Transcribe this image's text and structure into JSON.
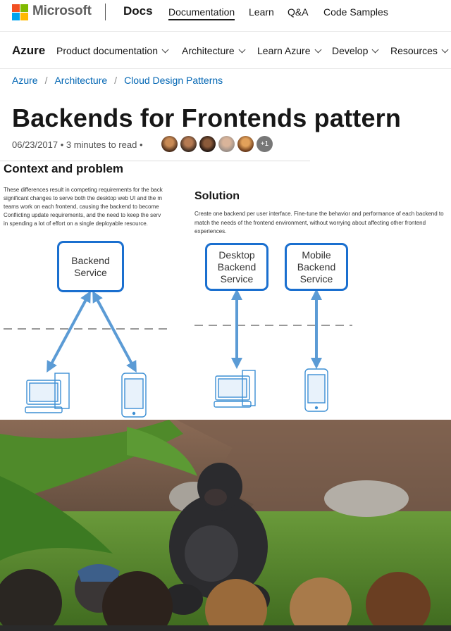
{
  "header": {
    "brand": "Microsoft",
    "product": "Docs",
    "nav": [
      "Documentation",
      "Learn",
      "Q&A",
      "Code Samples"
    ],
    "logo_colors": [
      "#f25022",
      "#7fba00",
      "#00a4ef",
      "#ffb900"
    ]
  },
  "subnav": {
    "title": "Azure",
    "items": [
      "Product documentation",
      "Architecture",
      "Learn Azure",
      "Develop",
      "Resources"
    ]
  },
  "breadcrumb": [
    "Azure",
    "Architecture",
    "Cloud Design Patterns"
  ],
  "article": {
    "title": "Backends for Frontends pattern",
    "date": "06/23/2017",
    "read_time": "3 minutes to read",
    "contributors_extra": "+1"
  },
  "context": {
    "heading": "Context and problem",
    "lines": [
      "These differences result in competing requirements for the back",
      "significant changes to serve both the desktop web UI and the m",
      "teams work on each frontend, causing the backend to become",
      "Conflicting update requirements, and the need to keep the serv",
      "in spending a lot of effort on a single deployable resource."
    ],
    "service_label": "Backend\nService"
  },
  "solution": {
    "heading": "Solution",
    "lines": [
      "Create one backend per user interface. Fine-tune the behavior and performance of each backend to",
      "match the needs of the frontend environment, without worrying about affecting other frontend",
      "experiences."
    ],
    "desktop_label": "Desktop\nBackend\nService",
    "mobile_label": "Mobile\nBackend\nService"
  },
  "colors": {
    "accent": "#0065b3",
    "diagram_blue": "#1a6fcf",
    "arrow_blue": "#5b9bd5"
  },
  "photo": {
    "description_icon": "gorilla-photo"
  }
}
